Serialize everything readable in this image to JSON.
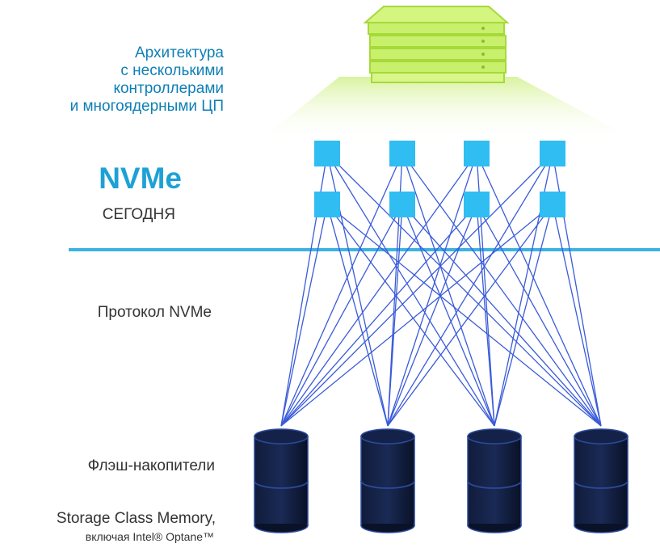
{
  "architecture": {
    "lines": [
      "Архитектура",
      "с несколькими",
      "контроллерами",
      "и многоядерными ЦП"
    ]
  },
  "nvme": {
    "title": "NVMe",
    "subtitle": "СЕГОДНЯ"
  },
  "protocol_label": "Протокол NVMe",
  "flash_label": "Флэш-накопители",
  "scm_label": "Storage Class Memory,",
  "scm_sublabel": "включая Intel® Optane™",
  "colors": {
    "accent": "#0e7fb6",
    "nvme": "#1da1d6",
    "controller_box": "#2fbdf2",
    "link_line": "#3a5bd9",
    "divider": "#3cb1e3",
    "server": "#c5f06a",
    "drive": "#0d1733"
  },
  "icons": {
    "server": "server-stack-icon",
    "controller": "controller-square-icon",
    "drive": "database-cylinder-icon"
  }
}
